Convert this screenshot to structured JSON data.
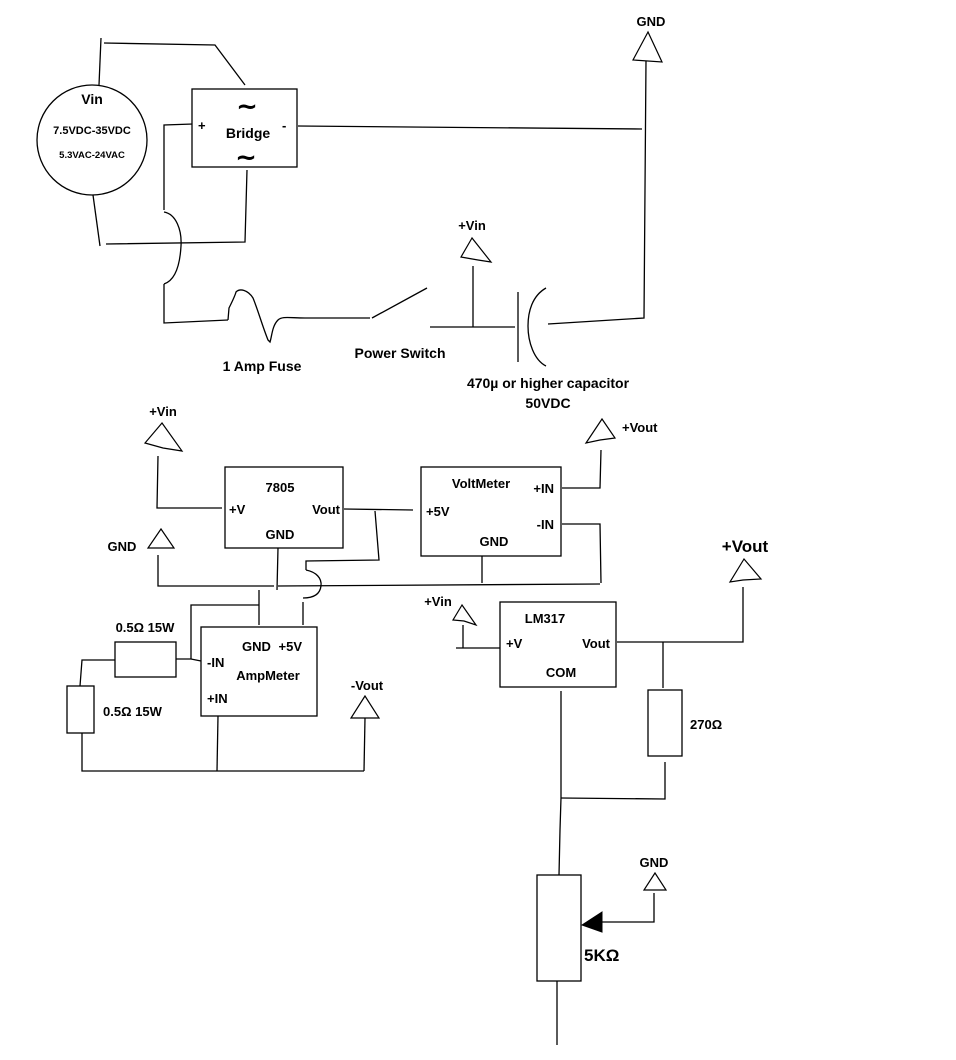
{
  "diagram": {
    "type": "electronic-schematic",
    "title": "Adjustable power supply with LM317 regulator, volt meter and amp meter",
    "colors": {
      "line": "#000000",
      "background": "#ffffff"
    },
    "source": {
      "name": "Vin",
      "dc_range": "7.5VDC-35VDC",
      "ac_range": "5.3VAC-24VAC"
    },
    "bridge": {
      "label": "Bridge",
      "plus": "+",
      "minus": "-",
      "ac_symbol": "~"
    },
    "fuse": {
      "label": "1 Amp Fuse"
    },
    "switch": {
      "label": "Power Switch"
    },
    "capacitor": {
      "label_line1": "470µ or higher capacitor",
      "label_line2": "50VDC"
    },
    "regulator_7805": {
      "name": "7805",
      "pin_in": "+V",
      "pin_out": "Vout",
      "pin_gnd": "GND"
    },
    "voltmeter": {
      "name": "VoltMeter",
      "pin_plus_in": "+IN",
      "pin_minus_in": "-IN",
      "pin_supply": "+5V",
      "pin_gnd": "GND"
    },
    "ampmeter": {
      "name": "AmpMeter",
      "pin_gnd": "GND",
      "pin_supply": "+5V",
      "pin_minus_in": "-IN",
      "pin_plus_in": "+IN"
    },
    "shunt_resistors": [
      {
        "label": "0.5Ω 15W"
      },
      {
        "label": "0.5Ω 15W"
      }
    ],
    "lm317": {
      "name": "LM317",
      "pin_in": "+V",
      "pin_out": "Vout",
      "pin_com": "COM"
    },
    "resistor_270": {
      "label": "270Ω"
    },
    "potentiometer": {
      "label": "5KΩ"
    },
    "net_labels": {
      "gnd_top": "GND",
      "vin_cap": "+Vin",
      "vin_7805": "+Vin",
      "gnd_7805": "GND",
      "vout_voltmeter": "+Vout",
      "vin_lm317": "+Vin",
      "vout_lm317": "+Vout",
      "neg_vout": "-Vout",
      "gnd_pot": "GND"
    }
  }
}
